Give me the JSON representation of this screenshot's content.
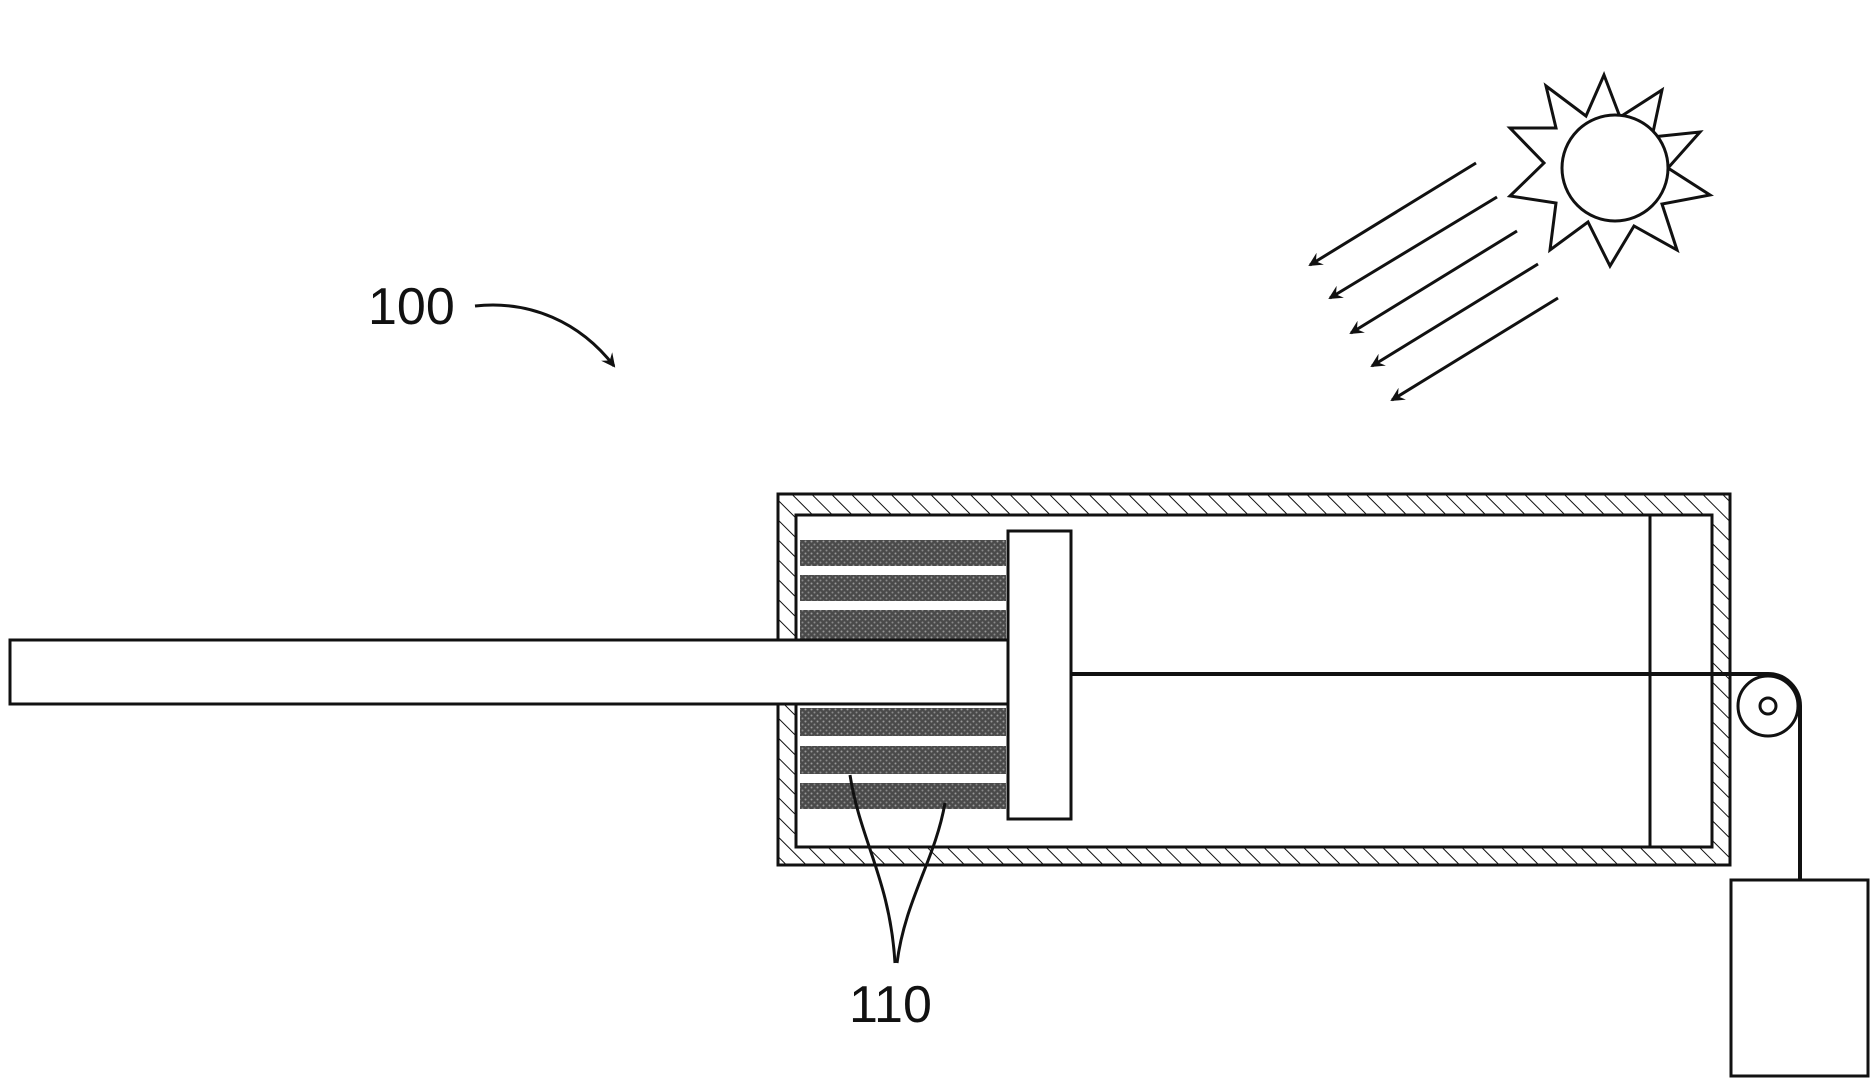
{
  "figure": {
    "reference_numerals": {
      "device": "100",
      "actuator_strips": "110"
    },
    "components": [
      {
        "name": "sun-icon",
        "description_name": "sun"
      },
      {
        "name": "light-ray-arrows",
        "count": 5
      },
      {
        "name": "housing"
      },
      {
        "name": "piston-head"
      },
      {
        "name": "piston-rod"
      },
      {
        "name": "actuator-strip-stack",
        "count": 6
      },
      {
        "name": "cable"
      },
      {
        "name": "pulley"
      },
      {
        "name": "weight-block"
      }
    ],
    "colors": {
      "line": "#111111",
      "strip_fill": "#555555",
      "background": "#ffffff"
    }
  }
}
